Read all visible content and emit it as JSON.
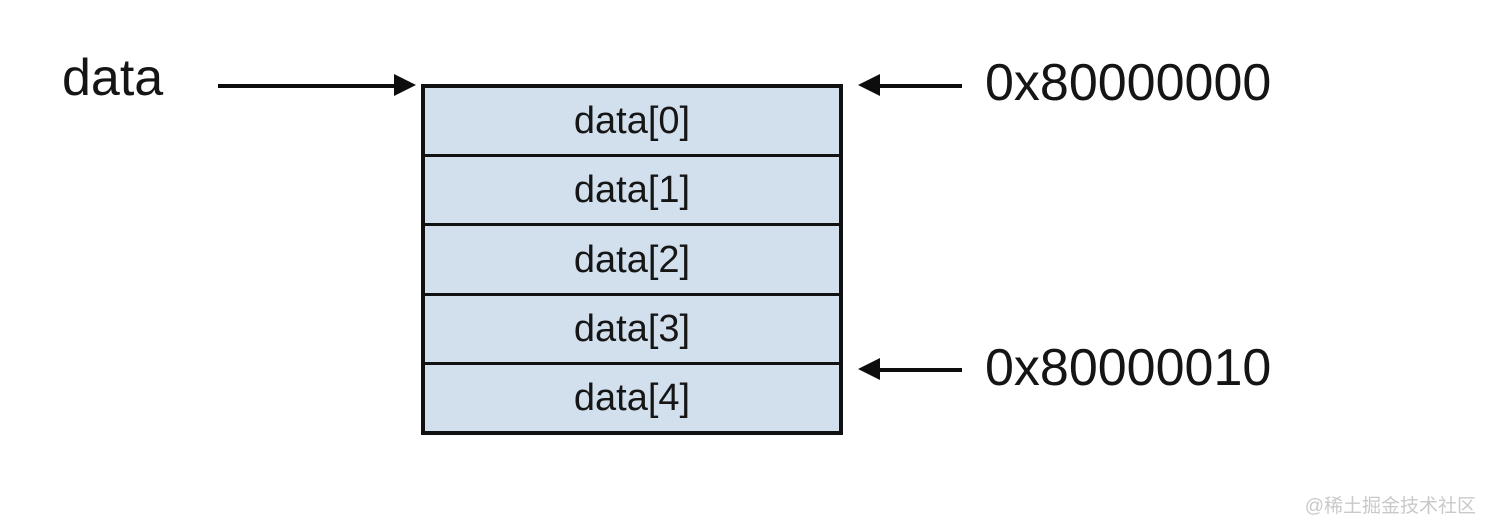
{
  "diagram": {
    "pointer": {
      "label": "data"
    },
    "memory_block": {
      "cells": [
        {
          "label": "data[0]"
        },
        {
          "label": "data[1]"
        },
        {
          "label": "data[2]"
        },
        {
          "label": "data[3]"
        },
        {
          "label": "data[4]"
        }
      ],
      "fill_color": "#d2e0ee",
      "border_color": "#111111"
    },
    "addresses": [
      {
        "value": "0x80000000",
        "points_to": "top-of-block"
      },
      {
        "value": "0x80000010",
        "points_to": "boundary-between-data3-and-data4"
      }
    ],
    "arrows": [
      {
        "name": "data-pointer-arrow",
        "direction": "right"
      },
      {
        "name": "address-top-arrow",
        "direction": "left"
      },
      {
        "name": "address-bottom-arrow",
        "direction": "left"
      }
    ]
  },
  "watermark": {
    "text": "@稀土掘金技术社区"
  }
}
